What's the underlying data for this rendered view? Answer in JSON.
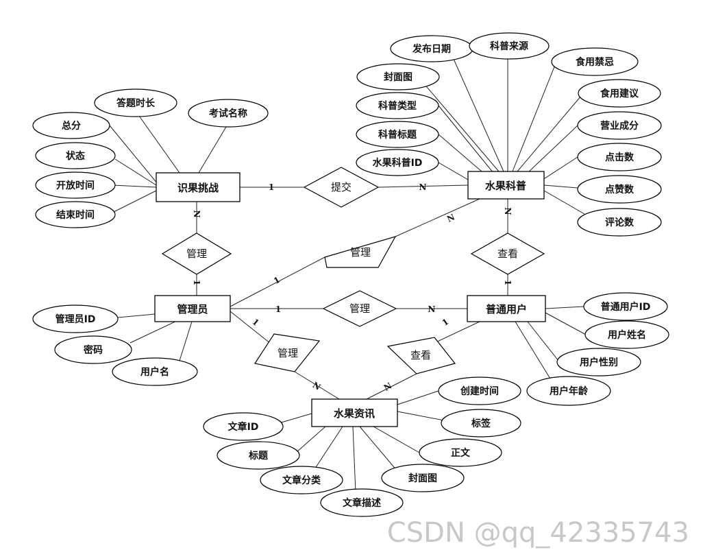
{
  "entities": {
    "challenge": "识果挑战",
    "fruit_science": "水果科普",
    "admin": "管理员",
    "user": "普通用户",
    "fruit_news": "水果资讯"
  },
  "relationships": {
    "submit": "提交",
    "manage_challenge": "管理",
    "manage_science": "管理",
    "manage_user": "管理",
    "manage_news": "管理",
    "view_science": "查看",
    "view_news": "查看"
  },
  "attributes": {
    "challenge": [
      "总分",
      "答题时长",
      "考试名称",
      "状态",
      "开放时间",
      "结束时间"
    ],
    "fruit_science": [
      "发布日期",
      "科普来源",
      "食用禁忌",
      "封面图",
      "食用建议",
      "科普类型",
      "营业成分",
      "科普标题",
      "点击数",
      "水果科普ID",
      "点赞数",
      "评论数"
    ],
    "admin": [
      "管理员ID",
      "密码",
      "用户名"
    ],
    "user": [
      "普通用户ID",
      "用户姓名",
      "用户性别",
      "用户年龄"
    ],
    "fruit_news": [
      "创建时间",
      "文章ID",
      "标签",
      "标题",
      "正文",
      "文章分类",
      "封面图",
      "文章描述"
    ]
  },
  "cardinalities": {
    "challenge_submit": "1",
    "submit_science": "N",
    "challenge_manage": "N",
    "manage_admin": "1",
    "admin_manage_science": "1",
    "manage_science_end": "N",
    "science_view": "N",
    "view_user": "1",
    "admin_manage_user": "1",
    "manage_user_end": "N",
    "admin_manage_news": "1",
    "manage_news_end": "N",
    "user_view_news": "1",
    "view_news_end": "N"
  },
  "watermark": "CSDN @qq_42335743"
}
